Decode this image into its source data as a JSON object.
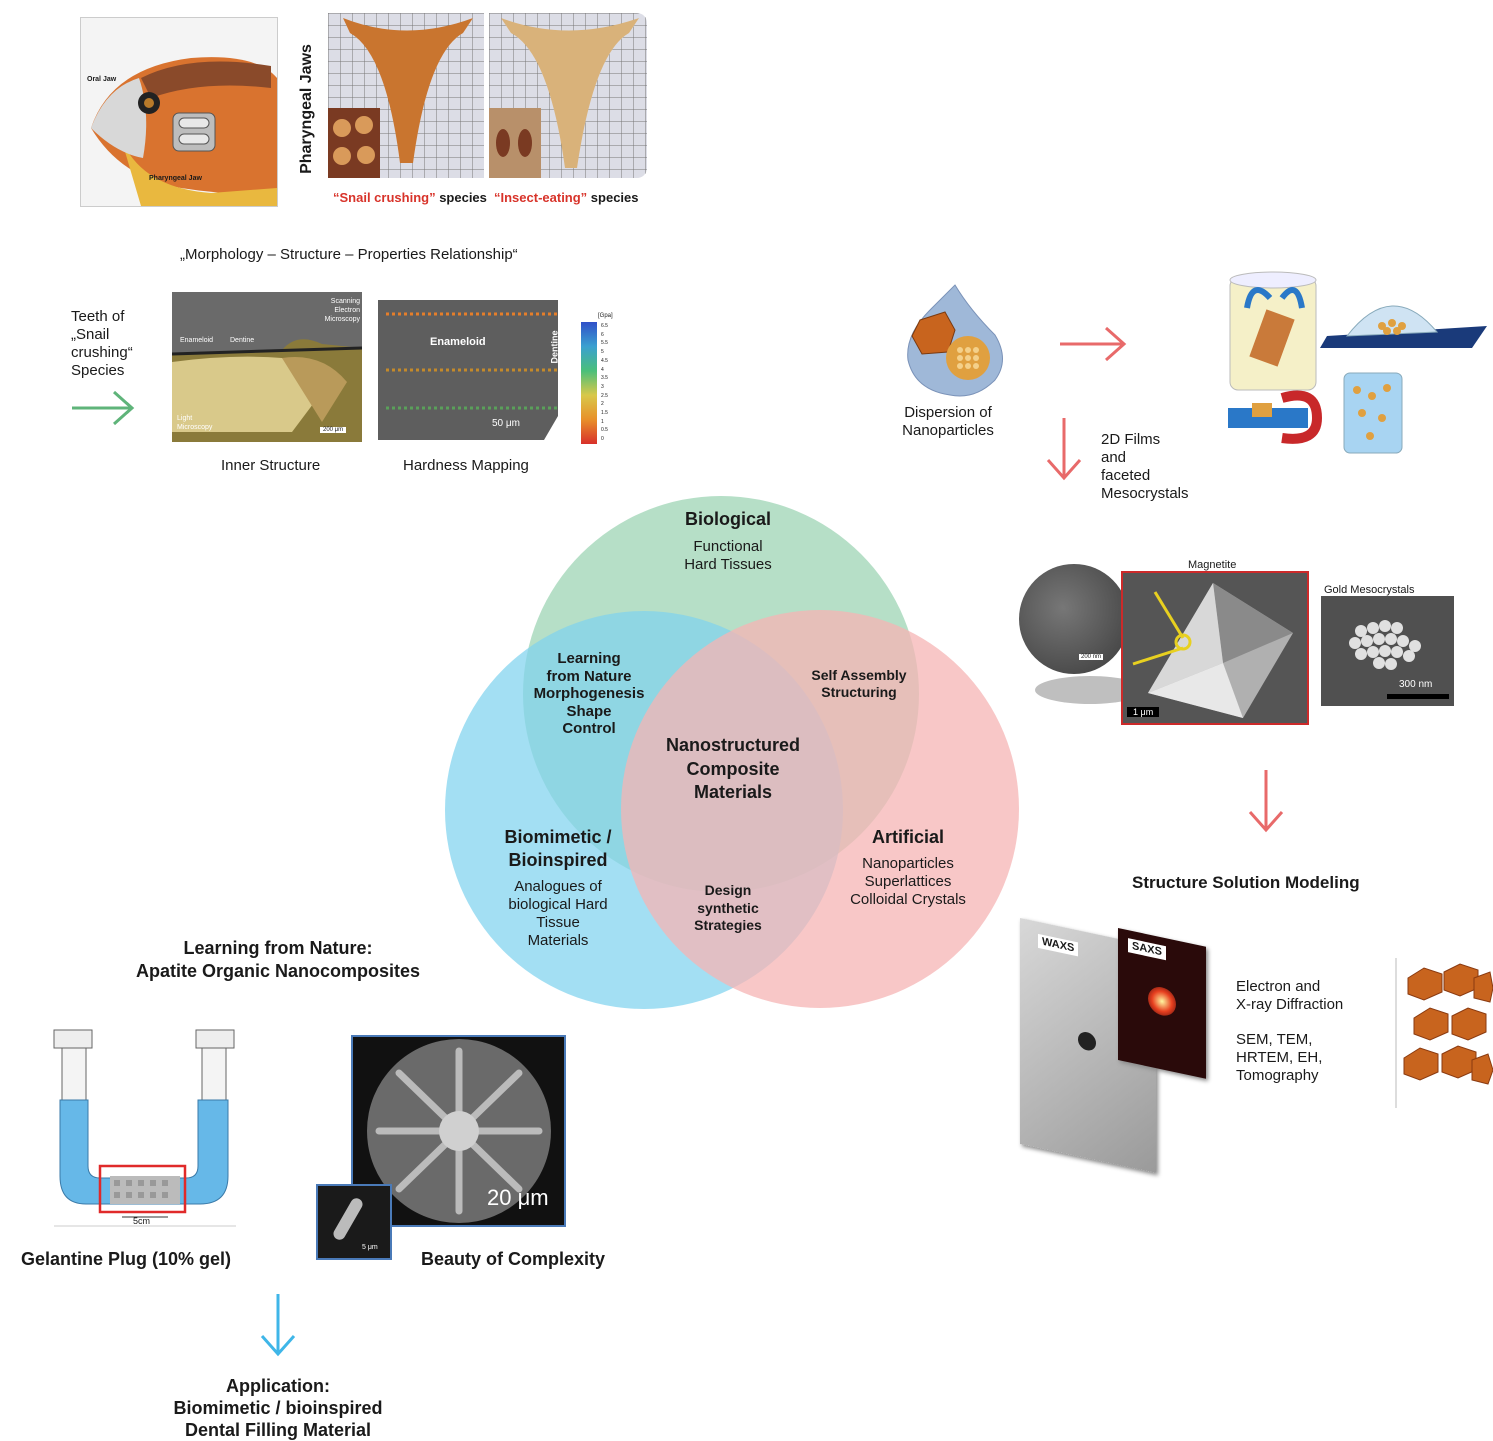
{
  "fish": {
    "oral_jaw": "Oral Jaw",
    "pharyngeal_jaw": "Pharyngeal Jaw",
    "side_title": "Pharyngeal Jaws",
    "species1_prefix": "“Snail crushing”",
    "species1_suffix": " species",
    "species2_prefix": "“Insect-eating”",
    "species2_suffix": " species"
  },
  "morphology_title": "„Morphology – Structure – Properties Relationship“",
  "teeth": {
    "label_lines": [
      "Teeth of",
      "„Snail",
      "crushing“",
      "Species"
    ],
    "inner_caption": "Inner Structure",
    "hardness_caption": "Hardness Mapping",
    "inner_labels": {
      "enameloid": "Enameloid",
      "dentine": "Dentine",
      "sem": "Scanning Electron Microscopy",
      "light": "Light Microscopy",
      "scale": "200 μm"
    },
    "hardness_labels": {
      "enameloid": "Enameloid",
      "dentine": "Dentine",
      "scale": "50 μm",
      "unit": "[Gpa]",
      "ticks": [
        "6.5",
        "6",
        "5.5",
        "5",
        "4.5",
        "4",
        "3.5",
        "3",
        "2.5",
        "2",
        "1.5",
        "1",
        "0.5",
        "0"
      ]
    }
  },
  "venn": {
    "biological": {
      "title": "Biological",
      "sub": [
        "Functional",
        "Hard Tissues"
      ]
    },
    "artificial": {
      "title": "Artificial",
      "sub": [
        "Nanoparticles",
        "Superlattices",
        "Colloidal Crystals"
      ]
    },
    "biomimetic": {
      "title": [
        "Biomimetic /",
        "Bioinspired"
      ],
      "sub": [
        "Analogues of",
        "biological Hard",
        "Tissue",
        "Materials"
      ]
    },
    "overlap_bio_biomim": [
      "Learning",
      "from Nature",
      "Morphogenesis",
      "Shape",
      "Control"
    ],
    "overlap_bio_art": [
      "Self Assembly",
      "Structuring"
    ],
    "overlap_biomim_art": [
      "Design",
      "synthetic",
      "Strategies"
    ],
    "center": [
      "Nanostructured",
      "Composite",
      "Materials"
    ],
    "colors": {
      "biological": "#a9d9bd",
      "artificial": "#f5b4b4",
      "biomimetic": "#7fd3ef"
    }
  },
  "nano": {
    "dispersion": [
      "Dispersion of",
      "Nanoparticles"
    ],
    "films": [
      "2D Films",
      "and",
      "faceted",
      "Mesocrystals"
    ],
    "magnetite": "Magnetite",
    "gold": "Gold Mesocrystals",
    "scale_200": "200 nm",
    "scale_1um": "1 μm",
    "scale_300": "300 nm"
  },
  "structure": {
    "title": "Structure Solution Modeling",
    "waxs": "WAXS",
    "saxs": "SAXS",
    "methods1": [
      "Electron and",
      "X-ray Diffraction"
    ],
    "methods2": [
      "SEM, TEM,",
      "HRTEM, EH,",
      "Tomography"
    ]
  },
  "learning": {
    "title": [
      "Learning from Nature:",
      "Apatite Organic Nanocomposites"
    ],
    "gel_caption": "Gelantine Plug (10% gel)",
    "gel_scale": "5cm",
    "beauty_caption": "Beauty of Complexity",
    "scale_20": "20 μm",
    "scale_5": "5 μm"
  },
  "application": [
    "Application:",
    "Biomimetic / bioinspired",
    "Dental Filling Material"
  ],
  "arrow_colors": {
    "green": "#5fb47a",
    "red": "#e86a6a",
    "blue": "#3fb6e8"
  }
}
